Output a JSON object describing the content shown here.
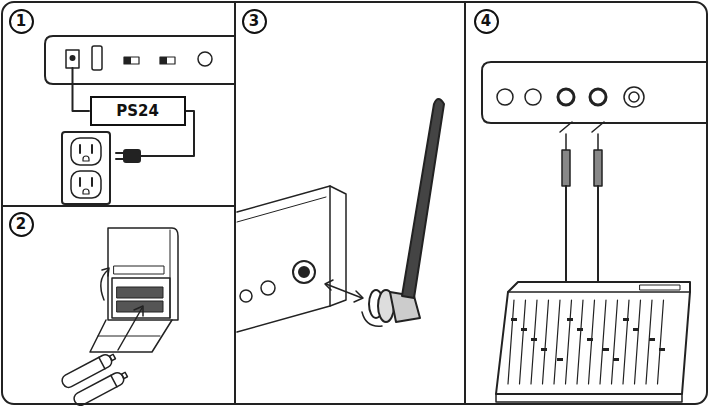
{
  "diagram": {
    "nodes": [
      {
        "text": [
          "1"
        ]
      },
      {
        "text": [
          "2"
        ]
      },
      {
        "text": [
          "3"
        ]
      },
      {
        "text": [
          "4"
        ]
      },
      {
        "text": [
          "PS24"
        ]
      }
    ]
  }
}
